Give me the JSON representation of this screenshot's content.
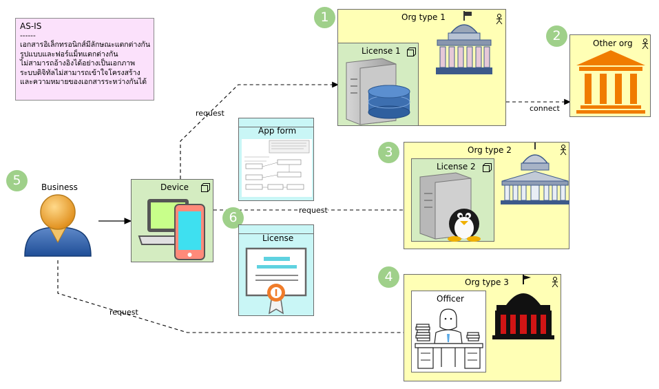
{
  "note": {
    "title": "AS-IS",
    "divider": "------",
    "lines": [
      "เอกสารอิเล็กทรอนิกส์มีลักษณะแตกต่างกัน",
      "รูปแบบและฟอร์แม็ทแตกต่างกัน",
      "ไม่สามารถอ้างอิงได้อย่างเป็นเอกภาพ",
      "ระบบดิจิทัลไม่สามารถเข้าใจโครงสร้าง",
      "และความหมายของเอกสารระหว่างกันได้"
    ]
  },
  "badges": [
    "1",
    "2",
    "3",
    "4",
    "5",
    "6"
  ],
  "nodes": {
    "business": "Business",
    "device": "Device",
    "app_form": "App form",
    "license_doc": "License",
    "org1": "Org type 1",
    "license1": "License 1",
    "other_org": "Other org",
    "org2": "Org type 2",
    "license2": "License 2",
    "org3": "Org type 3",
    "officer": "Officer"
  },
  "edges": {
    "request_top": "request",
    "connect": "connect",
    "request_mid": "request",
    "request_bottom": "request"
  },
  "colors": {
    "note_bg": "#fbe1fb",
    "org_bg": "#ffffb5",
    "component_bg": "#d4ecc1",
    "artifact_bg": "#c9f6f6",
    "badge": "#9fd08a",
    "other_org_orange": "#f07c00",
    "gov_blue": "#3d5a8a",
    "gov_red": "#d11515"
  }
}
